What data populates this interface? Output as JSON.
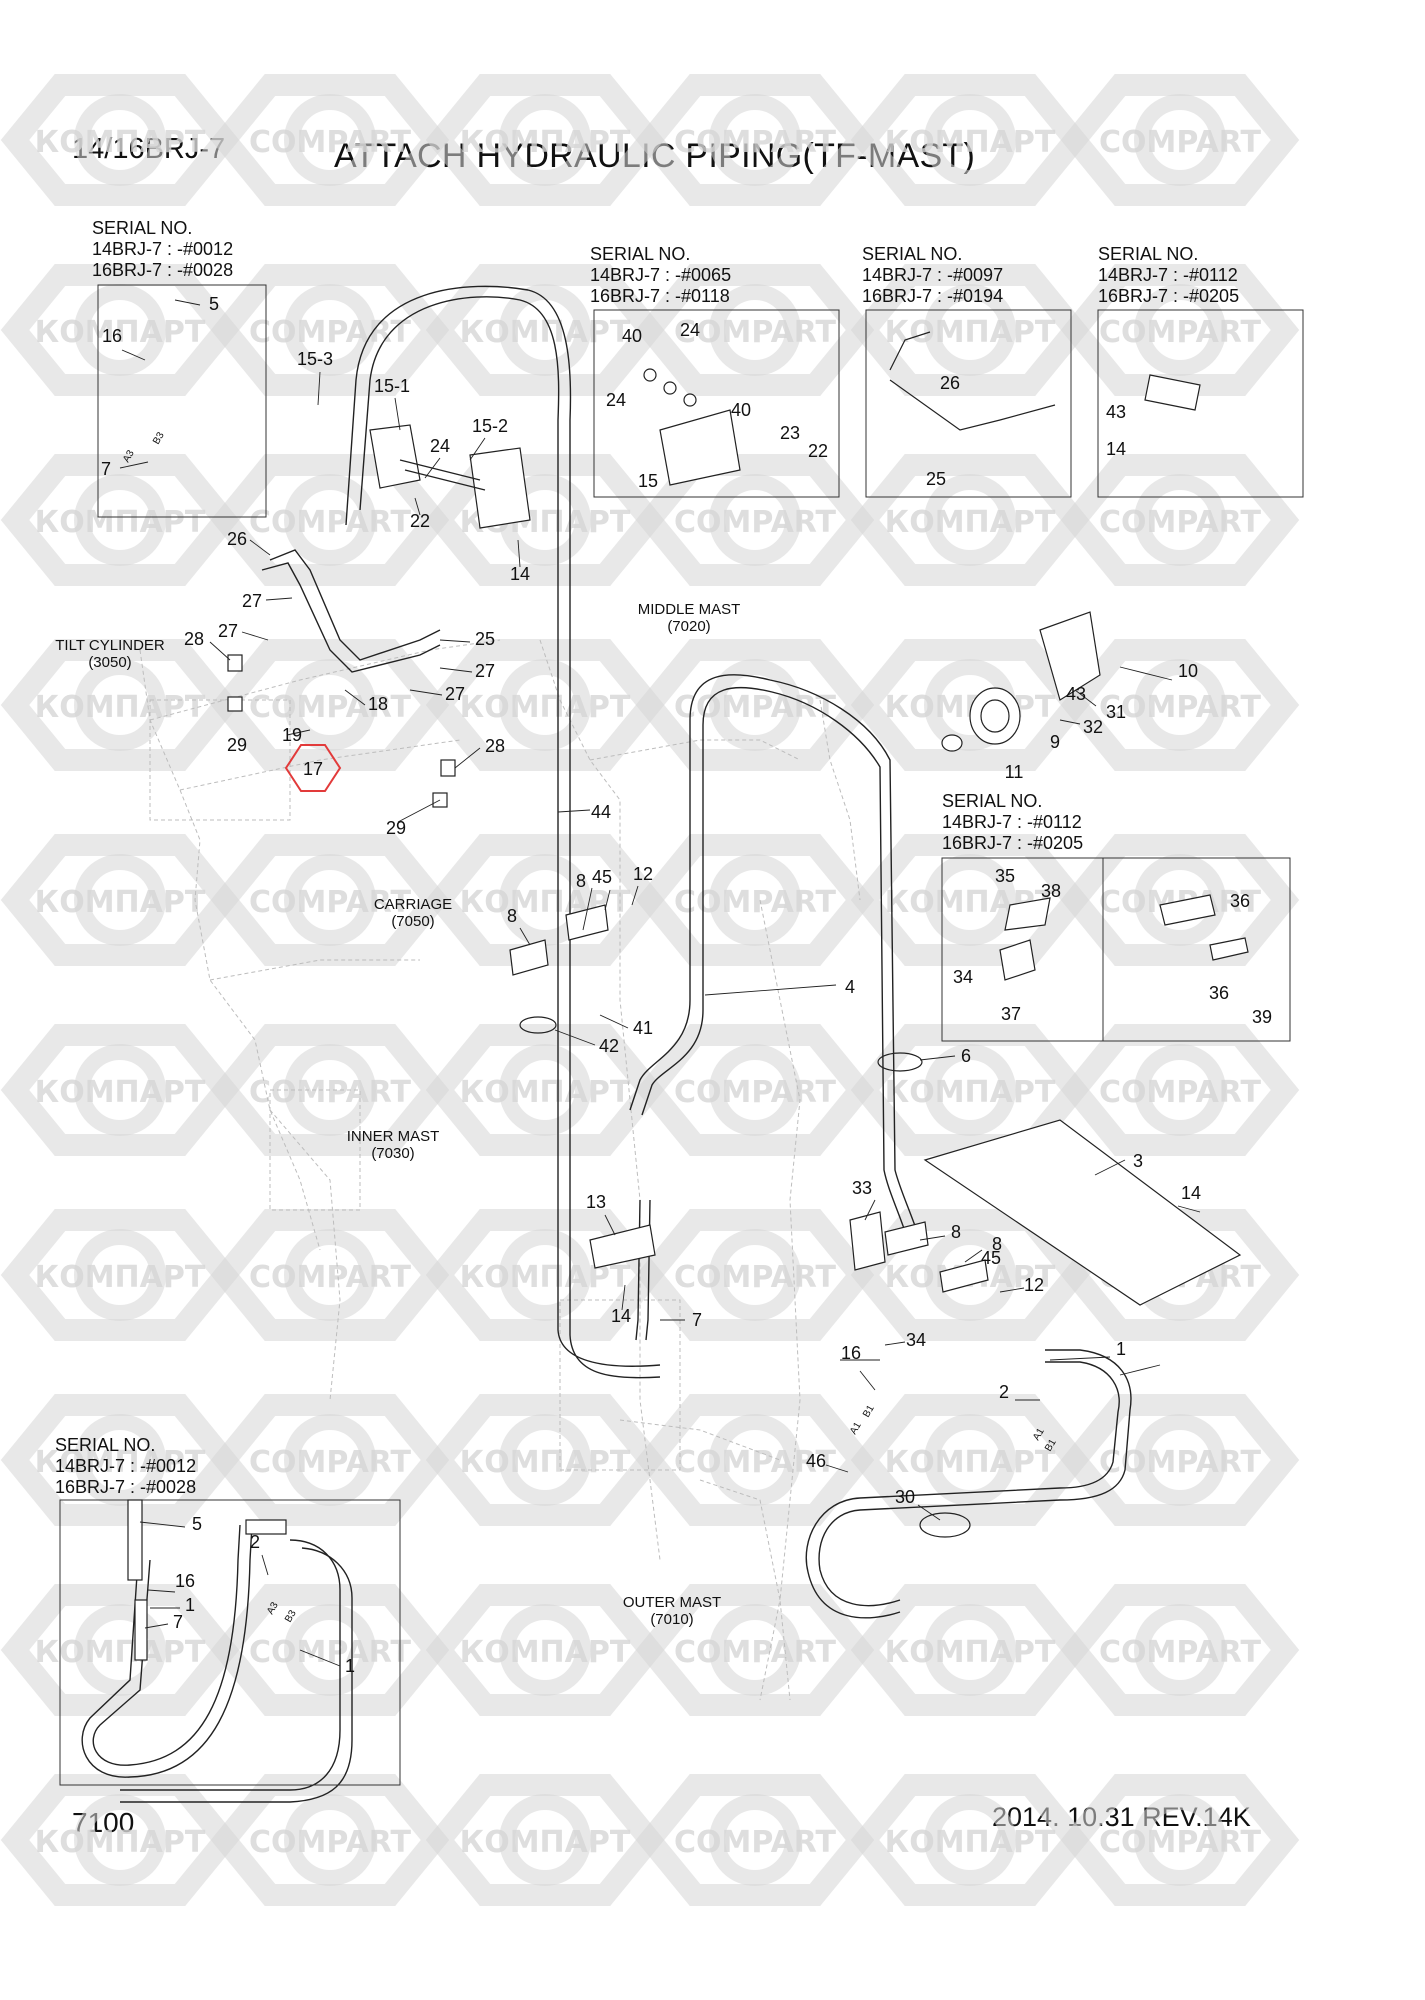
{
  "header": {
    "model": "14/16BRJ-7",
    "title": "ATTACH HYDRAULIC PIPING(TF-MAST)"
  },
  "footer": {
    "page_code": "7100",
    "date_revision": "2014. 10.31  REV.14K"
  },
  "watermark": {
    "text_cyrillic": "КОМПАРТ",
    "text_latin": "COMPART",
    "color": "#d6d6d6"
  },
  "serial_boxes": [
    {
      "title": "SERIAL NO.",
      "line1": "14BRJ-7 : -#0012",
      "line2": "16BRJ-7 : -#0028"
    },
    {
      "title": "SERIAL NO.",
      "line1": "14BRJ-7 : -#0065",
      "line2": "16BRJ-7 : -#0118"
    },
    {
      "title": "SERIAL NO.",
      "line1": "14BRJ-7 : -#0097",
      "line2": "16BRJ-7 : -#0194"
    },
    {
      "title": "SERIAL NO.",
      "line1": "14BRJ-7 : -#0112",
      "line2": "16BRJ-7 : -#0205"
    },
    {
      "title": "SERIAL NO.",
      "line1": "14BRJ-7 : -#0112",
      "line2": "16BRJ-7 : -#0205"
    },
    {
      "title": "SERIAL NO.",
      "line1": "14BRJ-7 : -#0012",
      "line2": "16BRJ-7 : -#0028"
    }
  ],
  "section_labels": {
    "tilt_cylinder": "TILT CYLINDER",
    "tilt_cylinder_code": "(3050)",
    "carriage": "CARRIAGE",
    "carriage_code": "(7050)",
    "middle_mast": "MIDDLE MAST",
    "middle_mast_code": "(7020)",
    "inner_mast": "INNER MAST",
    "inner_mast_code": "(7030)",
    "outer_mast": "OUTER MAST",
    "outer_mast_code": "(7010)"
  },
  "port_labels": {
    "a1": "A1",
    "b1": "B1",
    "a3": "A3",
    "b3": "B3"
  },
  "highlighted_part": "17",
  "part_callouts": [
    {
      "id": "p5a",
      "label": "5"
    },
    {
      "id": "p16a",
      "label": "16"
    },
    {
      "id": "p7a",
      "label": "7"
    },
    {
      "id": "p15_3",
      "label": "15-3"
    },
    {
      "id": "p15_1",
      "label": "15-1"
    },
    {
      "id": "p15_2",
      "label": "15-2"
    },
    {
      "id": "p24a",
      "label": "24"
    },
    {
      "id": "p22a",
      "label": "22"
    },
    {
      "id": "p14a",
      "label": "14"
    },
    {
      "id": "p26a",
      "label": "26"
    },
    {
      "id": "p27a",
      "label": "27"
    },
    {
      "id": "p27b",
      "label": "27"
    },
    {
      "id": "p25a",
      "label": "25"
    },
    {
      "id": "p27c",
      "label": "27"
    },
    {
      "id": "p27d",
      "label": "27"
    },
    {
      "id": "p28a",
      "label": "28"
    },
    {
      "id": "p18",
      "label": "18"
    },
    {
      "id": "p29a",
      "label": "29"
    },
    {
      "id": "p19",
      "label": "19"
    },
    {
      "id": "p28b",
      "label": "28"
    },
    {
      "id": "p29b",
      "label": "29"
    },
    {
      "id": "p40a",
      "label": "40"
    },
    {
      "id": "p24b",
      "label": "24"
    },
    {
      "id": "p24c",
      "label": "24"
    },
    {
      "id": "p40b",
      "label": "40"
    },
    {
      "id": "p23",
      "label": "23"
    },
    {
      "id": "p22b",
      "label": "22"
    },
    {
      "id": "p15",
      "label": "15"
    },
    {
      "id": "p26b",
      "label": "26"
    },
    {
      "id": "p25b",
      "label": "25"
    },
    {
      "id": "p43a",
      "label": "43"
    },
    {
      "id": "p14b",
      "label": "14"
    },
    {
      "id": "p10",
      "label": "10"
    },
    {
      "id": "p43b",
      "label": "43"
    },
    {
      "id": "p31",
      "label": "31"
    },
    {
      "id": "p32",
      "label": "32"
    },
    {
      "id": "p9",
      "label": "9"
    },
    {
      "id": "p11",
      "label": "11"
    },
    {
      "id": "p44",
      "label": "44"
    },
    {
      "id": "p8a",
      "label": "8"
    },
    {
      "id": "p45a",
      "label": "45"
    },
    {
      "id": "p12a",
      "label": "12"
    },
    {
      "id": "p8b",
      "label": "8"
    },
    {
      "id": "p41",
      "label": "41"
    },
    {
      "id": "p42",
      "label": "42"
    },
    {
      "id": "p35",
      "label": "35"
    },
    {
      "id": "p38",
      "label": "38"
    },
    {
      "id": "p36a",
      "label": "36"
    },
    {
      "id": "p34a",
      "label": "34"
    },
    {
      "id": "p37",
      "label": "37"
    },
    {
      "id": "p36b",
      "label": "36"
    },
    {
      "id": "p39",
      "label": "39"
    },
    {
      "id": "p4",
      "label": "4"
    },
    {
      "id": "p6",
      "label": "6"
    },
    {
      "id": "p3",
      "label": "3"
    },
    {
      "id": "p14c",
      "label": "14"
    },
    {
      "id": "p13",
      "label": "13"
    },
    {
      "id": "p14d",
      "label": "14"
    },
    {
      "id": "p7b",
      "label": "7"
    },
    {
      "id": "p33",
      "label": "33"
    },
    {
      "id": "p8c",
      "label": "8"
    },
    {
      "id": "p8d",
      "label": "8"
    },
    {
      "id": "p45b",
      "label": "45"
    },
    {
      "id": "p12b",
      "label": "12"
    },
    {
      "id": "p34b",
      "label": "34"
    },
    {
      "id": "p16b",
      "label": "16"
    },
    {
      "id": "p1a",
      "label": "1"
    },
    {
      "id": "p2a",
      "label": "2"
    },
    {
      "id": "p46",
      "label": "46"
    },
    {
      "id": "p30",
      "label": "30"
    },
    {
      "id": "p5b",
      "label": "5"
    },
    {
      "id": "p2b",
      "label": "2"
    },
    {
      "id": "p16c",
      "label": "16"
    },
    {
      "id": "p1b",
      "label": "1"
    },
    {
      "id": "p7c",
      "label": "7"
    },
    {
      "id": "p1c",
      "label": "1"
    }
  ]
}
